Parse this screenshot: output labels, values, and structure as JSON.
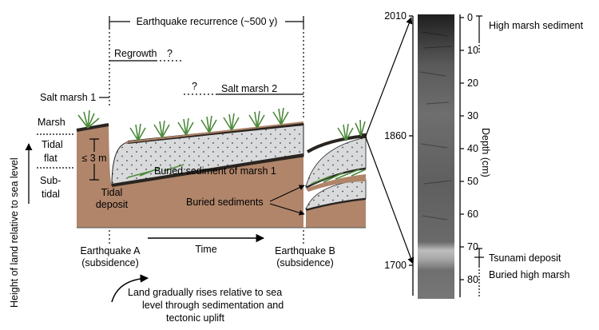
{
  "recurrence_label": "Earthquake recurrence (~500 y)",
  "regrowth_label": "Regrowth",
  "regrowth_q": "?",
  "salt_marsh_1": "Salt marsh 1",
  "salt_marsh_2": "Salt marsh 2",
  "salt_marsh_2_q": "?",
  "y_axis_label": "Height of land relative to sea level",
  "zones": [
    "Marsh",
    "Tidal",
    "flat",
    "Sub-",
    "tidal"
  ],
  "height_marker": "≤ 3 m",
  "tidal_deposit": [
    "Tidal",
    "deposit"
  ],
  "buried_marsh_1": "Buried sediment of marsh 1",
  "buried_sediments": "Buried sediments",
  "earthquake_a": [
    "Earthquake A",
    "(subsidence)"
  ],
  "earthquake_b": [
    "Earthquake B",
    "(subsidence)"
  ],
  "time_label": "Time",
  "rise_note": [
    "Land gradually rises relative to sea",
    "level through sedimentation and",
    "tectonic uplift"
  ],
  "core": {
    "years": [
      "2010",
      "1860",
      "1700"
    ],
    "depth_ticks": [
      "0",
      "10",
      "20",
      "30",
      "40",
      "50",
      "60",
      "70",
      "80"
    ],
    "depth_label": "Depth (cm)",
    "high_marsh": "High marsh sediment",
    "tsunami": "Tsunami deposit",
    "buried_high_marsh": "Buried high marsh"
  },
  "colors": {
    "soil": "#b0856a",
    "sand": "#d9dadb",
    "buried": "#2a2420",
    "grass": "#4d8a3c"
  }
}
